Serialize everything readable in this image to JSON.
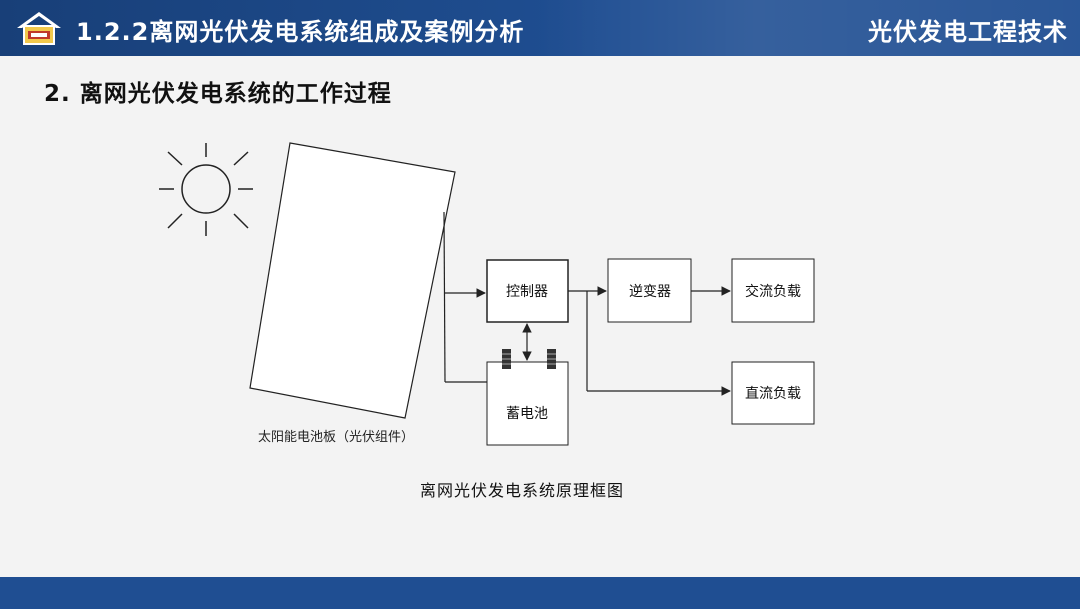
{
  "header": {
    "section_code": "1.2.2离网光伏发电系统组成及案例分析",
    "course_title": "光伏发电工程技术",
    "logo_icon": "house-roof-logo-icon"
  },
  "page": {
    "section_title": "2. 离网光伏发电系统的工作过程"
  },
  "diagram": {
    "caption": "离网光伏发电系统原理框图",
    "nodes": {
      "solar_panel": "太阳能电池板（光伏组件）",
      "controller": "控制器",
      "inverter": "逆变器",
      "ac_load": "交流负载",
      "dc_load": "直流负载",
      "battery": "蓄电池"
    },
    "icons": [
      "sun-icon"
    ]
  },
  "colors": {
    "header_blue": "#1f4e92",
    "background": "#f3f3f3",
    "line": "#222222"
  }
}
